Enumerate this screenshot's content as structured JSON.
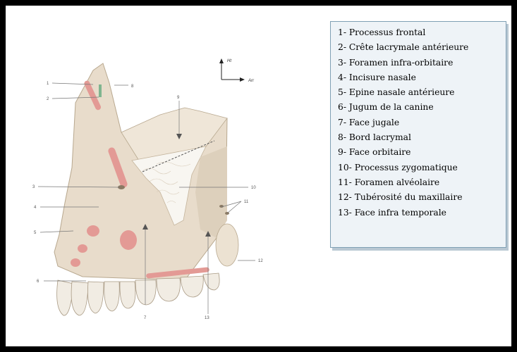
{
  "legend": {
    "items": [
      "1- Processus frontal",
      "2- Crête lacrymale antérieure",
      "3- Foramen infra-orbitaire",
      "4- Incisure nasale",
      "5- Epine nasale antérieure",
      "6- Jugum de la canine",
      "7- Face jugale",
      "8- Bord lacrymal",
      "9- Face orbitaire",
      "10- Processus zygomatique",
      "11- Foramen alvéolaire",
      "12- Tubérosité du maxillaire",
      "13- Face infra temporale"
    ]
  },
  "figure": {
    "axis_up": "Ht",
    "axis_back": "Arr",
    "numbers": {
      "n1": "1",
      "n2": "2",
      "n3": "3",
      "n4": "4",
      "n5": "5",
      "n6": "6",
      "n7": "7",
      "n8": "8",
      "n9": "9",
      "n10": "10",
      "n11": "11",
      "n12": "12",
      "n13": "13"
    }
  },
  "colors": {
    "bone": "#e8dccb",
    "bone_shadow": "#d3c4ae",
    "muscle_insertion": "#e39a95",
    "tooth": "#f1ece3",
    "leader_line": "#777777"
  }
}
